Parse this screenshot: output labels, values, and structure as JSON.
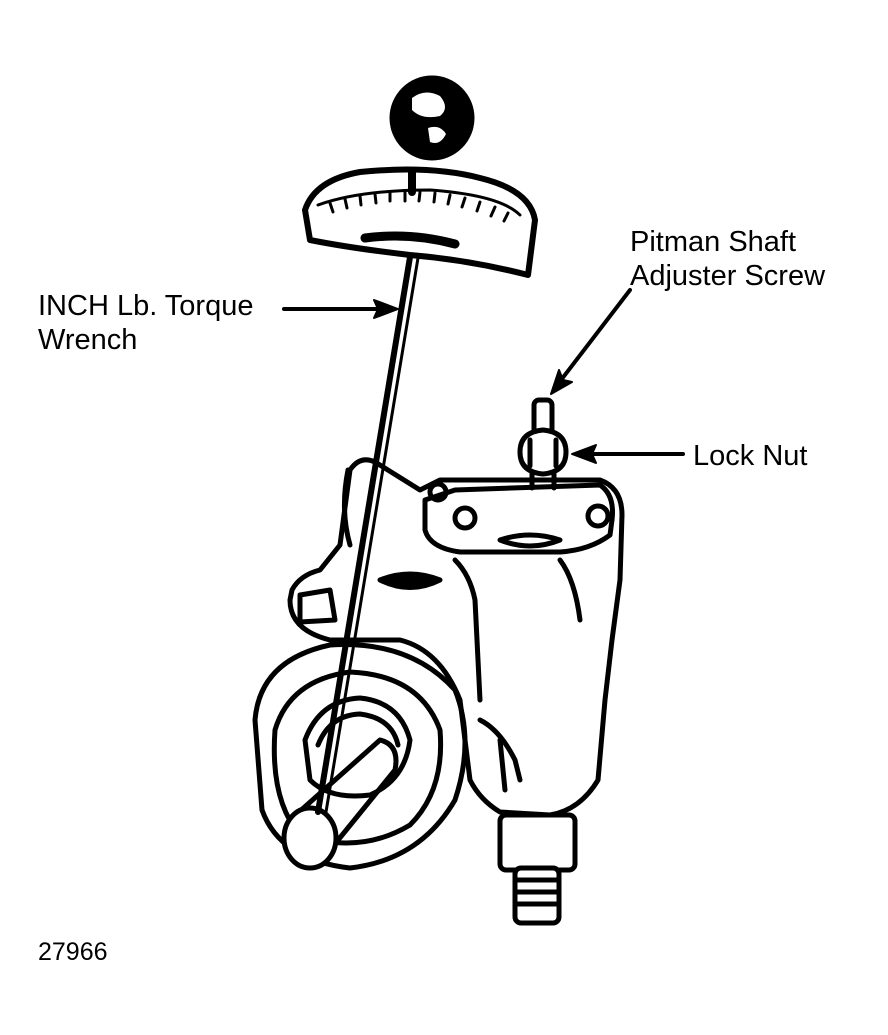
{
  "labels": {
    "torque_wrench_line1": "INCH Lb. Torque",
    "torque_wrench_line2": "Wrench",
    "pitman_line1": "Pitman Shaft",
    "pitman_line2": "Adjuster Screw",
    "lock_nut": "Lock Nut"
  },
  "figure_number": "27966",
  "colors": {
    "ink": "#000000",
    "paper": "#ffffff"
  }
}
